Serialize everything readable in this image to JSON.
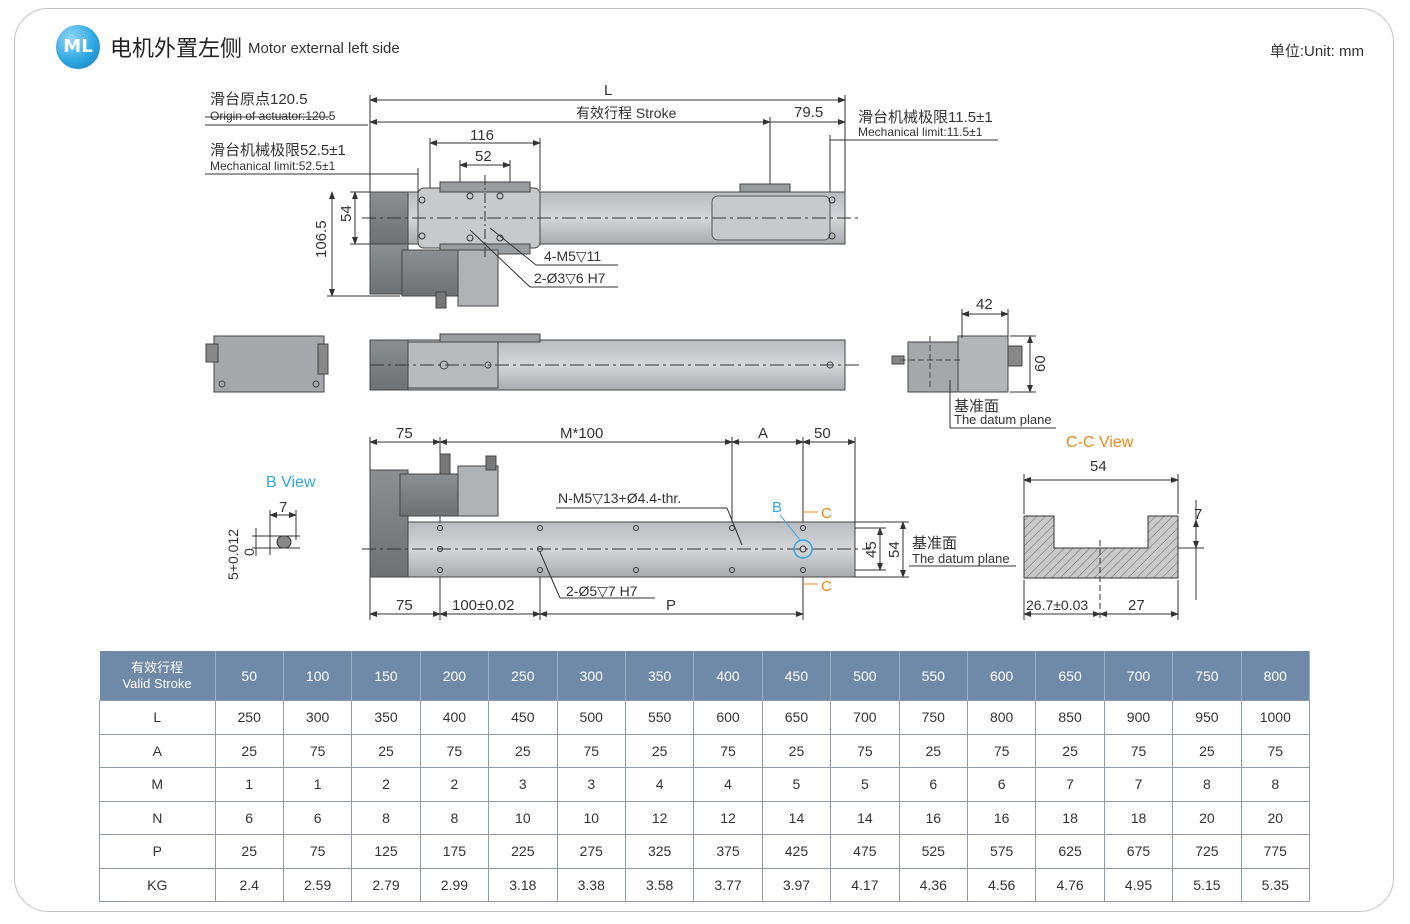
{
  "header": {
    "badge": "ML",
    "title_cn": "电机外置左侧",
    "title_en": "Motor external left side",
    "unit": "单位:Unit: mm"
  },
  "annotations": {
    "origin_cn": "滑台原点120.5",
    "origin_en": "Origin of actuator:120.5",
    "mech_left_cn": "滑台机械极限52.5±1",
    "mech_left_en": "Mechanical limit:52.5±1",
    "mech_right_cn": "滑台机械极限11.5±1",
    "mech_right_en": "Mechanical limit:11.5±1",
    "dim_L": "L",
    "stroke": "有效行程 Stroke",
    "dim_79_5": "79.5",
    "dim_116": "116",
    "dim_52": "52",
    "dim_54": "54",
    "dim_106_5": "106.5",
    "m5": "4-M5▽11",
    "d3": "2-Ø3▽6 H7",
    "dim_42": "42",
    "dim_60": "60",
    "datum_cn": "基准面",
    "datum_en": "The datum plane",
    "dim_75": "75",
    "dim_M100": "M*100",
    "dim_A": "A",
    "dim_50": "50",
    "nm5": "N-M5▽13+Ø4.4-thr.",
    "label_B": "B",
    "label_C": "C",
    "dim_45": "45",
    "d5": "2-Ø5▽7 H7",
    "dim_100": "100±0.02",
    "dim_P": "P",
    "bview": "B View",
    "dim_7": "7",
    "tol_5": "5+0.012",
    "tol_0": "0",
    "ccview": "C-C View",
    "dim_26_7": "26.7±0.03",
    "dim_27": "27"
  },
  "table": {
    "header_cn": "有效行程",
    "header_en": "Valid Stroke",
    "strokes": [
      "50",
      "100",
      "150",
      "200",
      "250",
      "300",
      "350",
      "400",
      "450",
      "500",
      "550",
      "600",
      "650",
      "700",
      "750",
      "800"
    ],
    "rows": [
      {
        "label": "L",
        "values": [
          "250",
          "300",
          "350",
          "400",
          "450",
          "500",
          "550",
          "600",
          "650",
          "700",
          "750",
          "800",
          "850",
          "900",
          "950",
          "1000"
        ]
      },
      {
        "label": "A",
        "values": [
          "25",
          "75",
          "25",
          "75",
          "25",
          "75",
          "25",
          "75",
          "25",
          "75",
          "25",
          "75",
          "25",
          "75",
          "25",
          "75"
        ]
      },
      {
        "label": "M",
        "values": [
          "1",
          "1",
          "2",
          "2",
          "3",
          "3",
          "4",
          "4",
          "5",
          "5",
          "6",
          "6",
          "7",
          "7",
          "8",
          "8"
        ]
      },
      {
        "label": "N",
        "values": [
          "6",
          "6",
          "8",
          "8",
          "10",
          "10",
          "12",
          "12",
          "14",
          "14",
          "16",
          "16",
          "18",
          "18",
          "20",
          "20"
        ]
      },
      {
        "label": "P",
        "values": [
          "25",
          "75",
          "125",
          "175",
          "225",
          "275",
          "325",
          "375",
          "425",
          "475",
          "525",
          "575",
          "625",
          "675",
          "725",
          "775"
        ]
      },
      {
        "label": "KG",
        "values": [
          "2.4",
          "2.59",
          "2.79",
          "2.99",
          "3.18",
          "3.38",
          "3.58",
          "3.77",
          "3.97",
          "4.17",
          "4.36",
          "4.56",
          "4.76",
          "4.95",
          "5.15",
          "5.35"
        ]
      }
    ]
  },
  "colors": {
    "accent_blue": "#2ea7e3",
    "accent_orange": "#e8891a",
    "table_header": "#6f8aa8"
  }
}
